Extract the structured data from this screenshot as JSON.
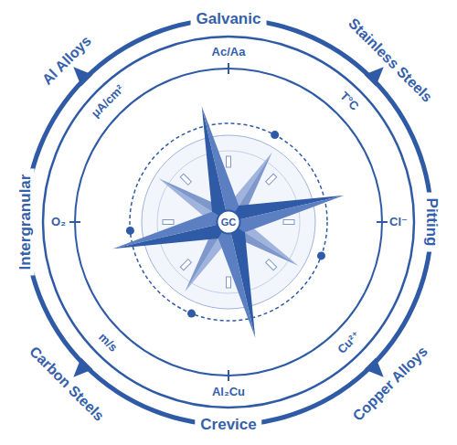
{
  "diagram": {
    "nodes": [
      {
        "text": [
          "Galvanic",
          "Pitting",
          "Crevice",
          "Intergranular"
        ]
      },
      {
        "text": [
          "Ac/Aa",
          "T°C",
          "Cl⁻",
          "Cu²⁺",
          "Al₂Cu",
          "m/s",
          "O₂",
          "μA/cm²"
        ],
        "in": 0
      },
      {
        "text": [
          "GC"
        ],
        "in": 1
      }
    ],
    "labels": [
      "Al Alloys",
      "Stainless Steels",
      "Copper Alloys",
      "Carbon Steels"
    ]
  }
}
